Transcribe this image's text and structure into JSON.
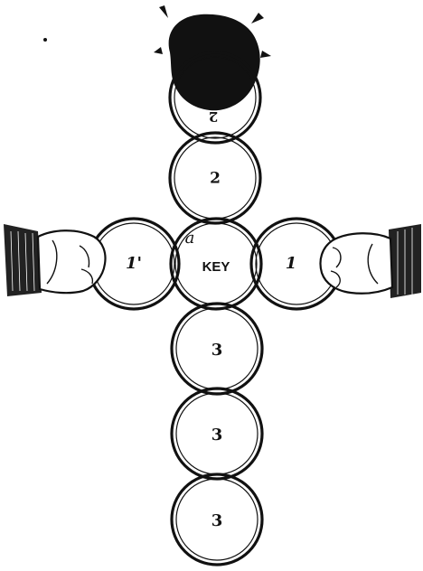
{
  "rings": {
    "top": "2",
    "upper": "2",
    "left": "1'",
    "center": "KEY",
    "center_mark": "a",
    "right": "1",
    "lower_1": "3",
    "lower_2": "3",
    "lower_3": "3"
  },
  "colors": {
    "ink": "#111111",
    "paper": "#ffffff"
  }
}
